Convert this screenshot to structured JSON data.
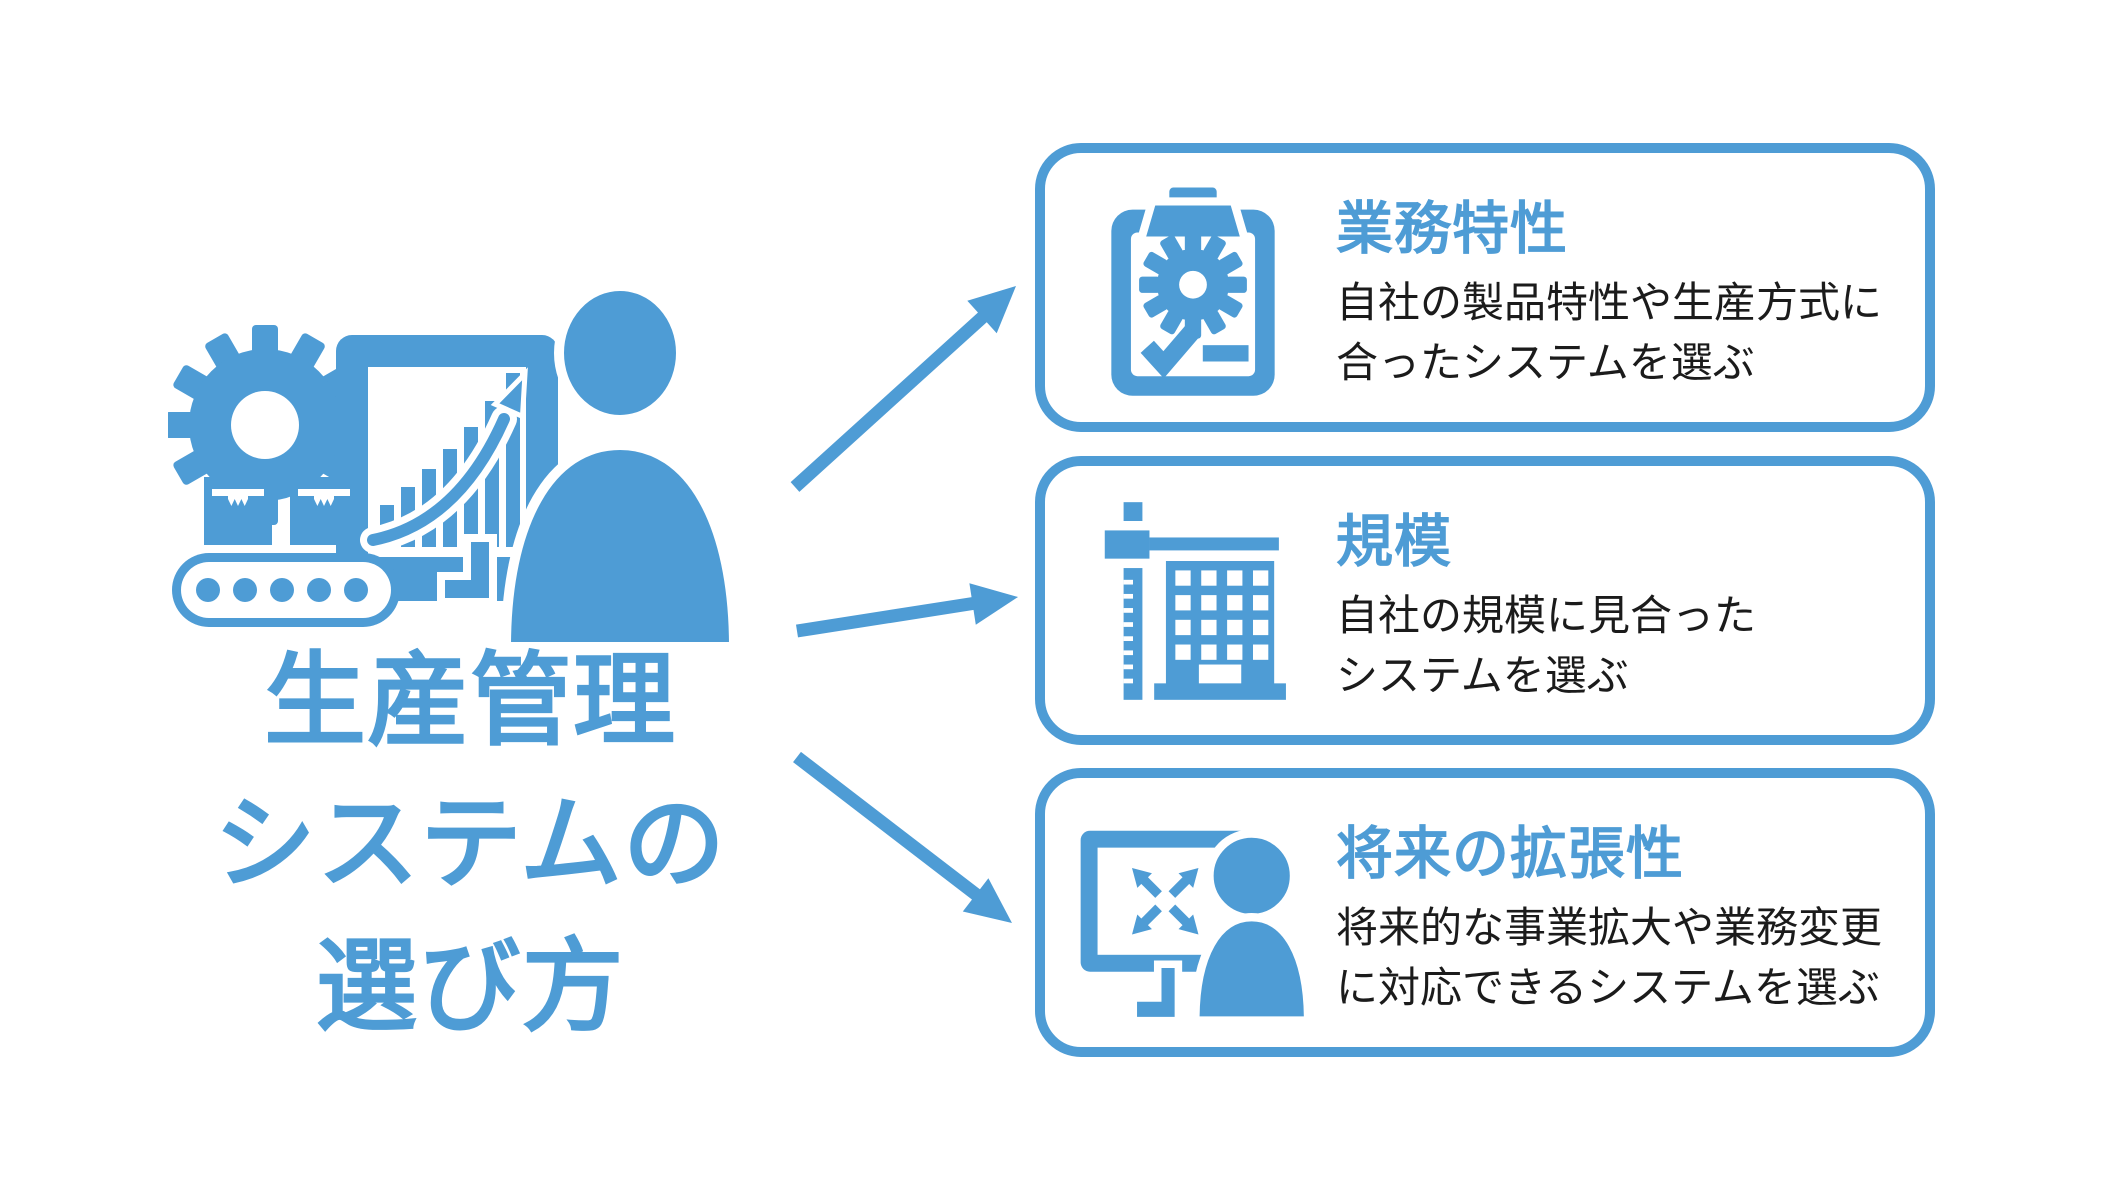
{
  "colors": {
    "accent": "#4E9CD5",
    "body_text": "#1B1B1B",
    "background": "#FFFFFF"
  },
  "main": {
    "title_lines": [
      "生産管理",
      "システムの",
      "選び方"
    ]
  },
  "boxes": [
    {
      "icon": "clipboard-gear-icon",
      "title": "業務特性",
      "body_lines": [
        "自社の製品特性や生産方式に",
        "合ったシステムを選ぶ"
      ]
    },
    {
      "icon": "building-scale-icon",
      "title": "規模",
      "body_lines": [
        "自社の規模に見合った",
        "システムを選ぶ"
      ]
    },
    {
      "icon": "monitor-expand-person-icon",
      "title": "将来の拡張性",
      "body_lines": [
        "将来的な事業拡大や業務変更",
        "に対応できるシステムを選ぶ"
      ]
    }
  ],
  "illustration": {
    "name": "production-line-monitor-person-illustration",
    "parts": [
      "gear-icon",
      "monitor-growth-chart-icon",
      "package-boxes-icon",
      "conveyor-belt-icon",
      "person-silhouette-icon"
    ]
  }
}
